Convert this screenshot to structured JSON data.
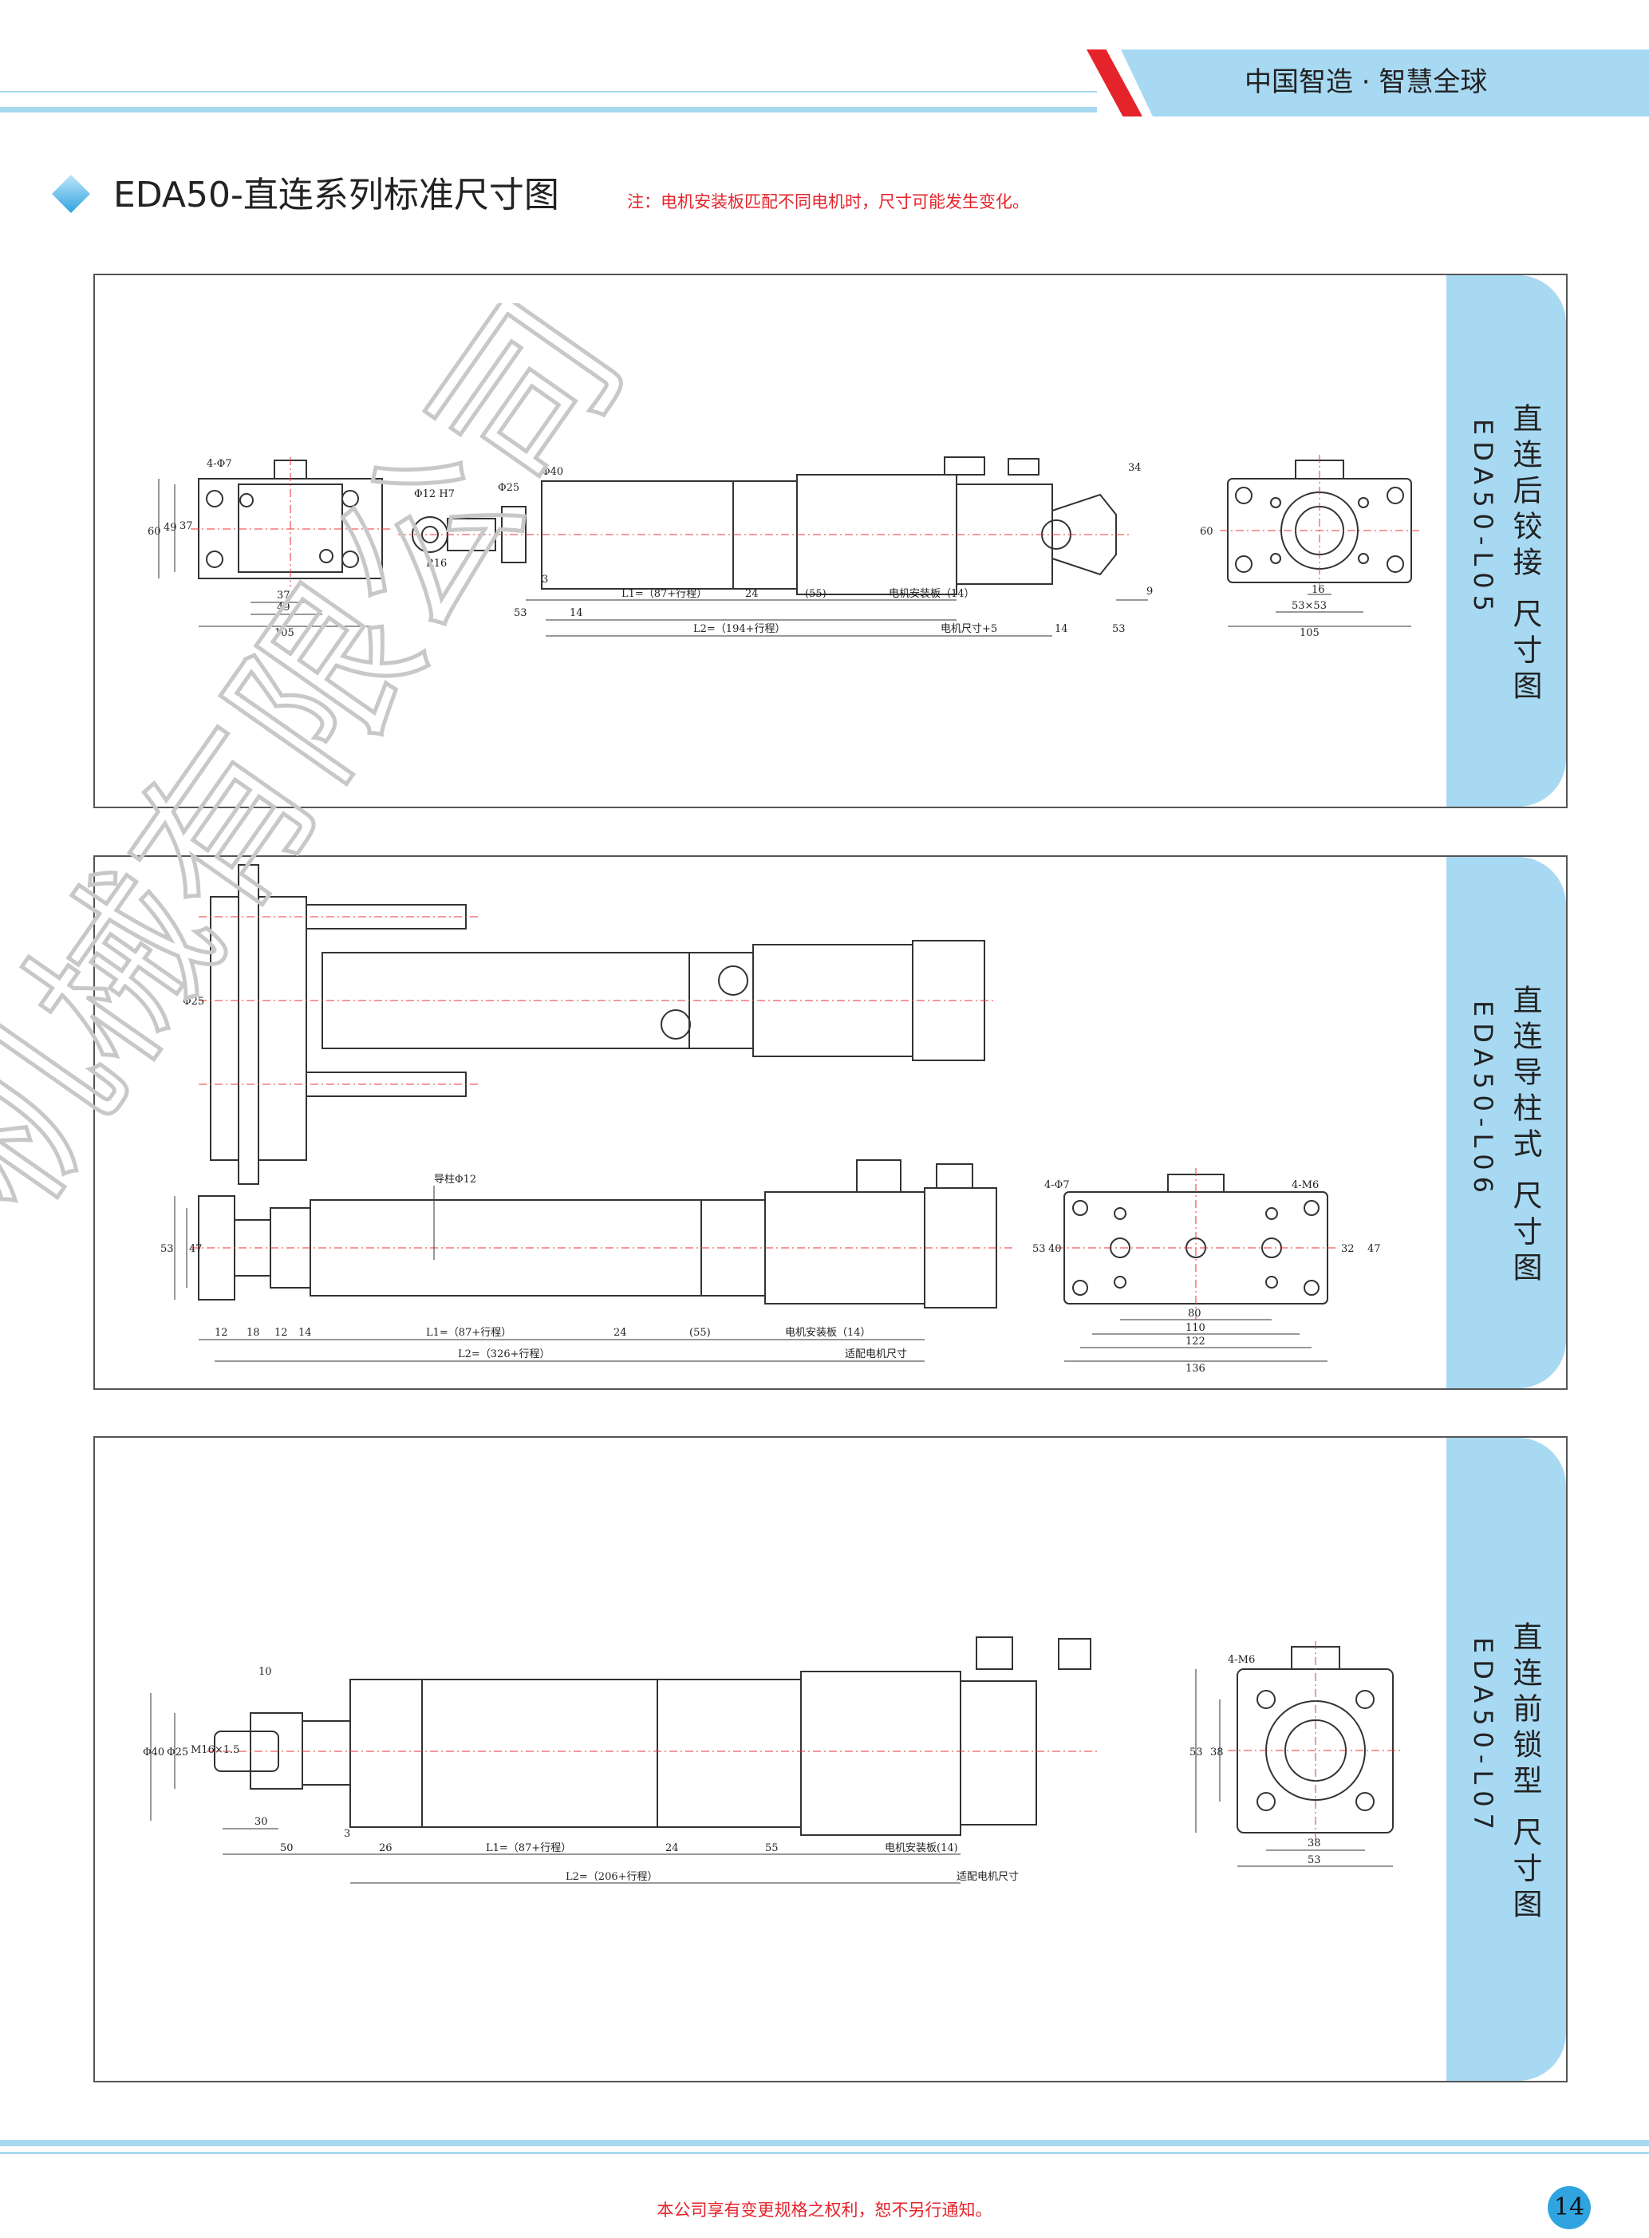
{
  "header": {
    "slogan": "中国智造 · 智慧全球",
    "accent_color": "#a8d9f2",
    "red_color": "#e5232b"
  },
  "page_title": "EDA50-直连系列标准尺寸图",
  "note": "注：电机安装板匹配不同电机时，尺寸可能发生变化。",
  "panels": [
    {
      "tab_cn": "直连后铰接 尺寸图",
      "tab_en": "EDA50-L05",
      "labels": {
        "hole": "4-Φ7",
        "d60": "60",
        "d49v": "49",
        "d37v": "37",
        "d37": "37",
        "d49": "49",
        "d105": "105",
        "phi12": "Φ12 H7",
        "phi25": "Φ25",
        "phi40": "Φ40",
        "r16": "R16",
        "d3": "3",
        "d53": "53",
        "d14": "14",
        "l1": "L1=（87+行程）",
        "d24": "24",
        "d55": "(55)",
        "plate": "电机安装板（14）",
        "l2": "L2=（194+行程）",
        "motor": "电机尺寸+5",
        "d14b": "14",
        "d53b": "53",
        "d34": "34",
        "d9": "9",
        "d60r": "60",
        "d16": "16",
        "d53x53": "53×53",
        "d105r": "105"
      }
    },
    {
      "tab_cn": "直连导柱式 尺寸图",
      "tab_en": "EDA50-L06",
      "labels": {
        "phi25": "Φ25",
        "guide": "导柱Φ12",
        "d53": "53",
        "d47": "47",
        "d12": "12",
        "d18": "18",
        "d12b": "12",
        "d14": "14",
        "l1": "L1=（87+行程）",
        "d24": "24",
        "d55": "(55)",
        "plate": "电机安装板（14）",
        "l2": "L2=（326+行程）",
        "motor": "适配电机尺寸",
        "hole": "4-Φ7",
        "m6": "4-M6",
        "d53r": "53",
        "d40": "40",
        "d32": "32",
        "d47r": "47",
        "d80": "80",
        "d110": "110",
        "d122": "122",
        "d136": "136"
      }
    },
    {
      "tab_cn": "直连前锁型 尺寸图",
      "tab_en": "EDA50-L07",
      "labels": {
        "d10": "10",
        "phi40": "Φ40",
        "phi25": "Φ25",
        "m16": "M16×1.5",
        "d30": "30",
        "d3": "3",
        "d50": "50",
        "d26": "26",
        "l1": "L1=（87+行程）",
        "d24": "24",
        "d55": "55",
        "plate": "电机安装板(14)",
        "l2": "L2=（206+行程）",
        "motor": "适配电机尺寸",
        "m6": "4-M6",
        "d53": "53",
        "d38": "38",
        "d38h": "38",
        "d53h": "53"
      }
    }
  ],
  "watermark": "机械有限公司",
  "footer": "本公司享有变更规格之权利，恕不另行通知。",
  "page_number": "14"
}
